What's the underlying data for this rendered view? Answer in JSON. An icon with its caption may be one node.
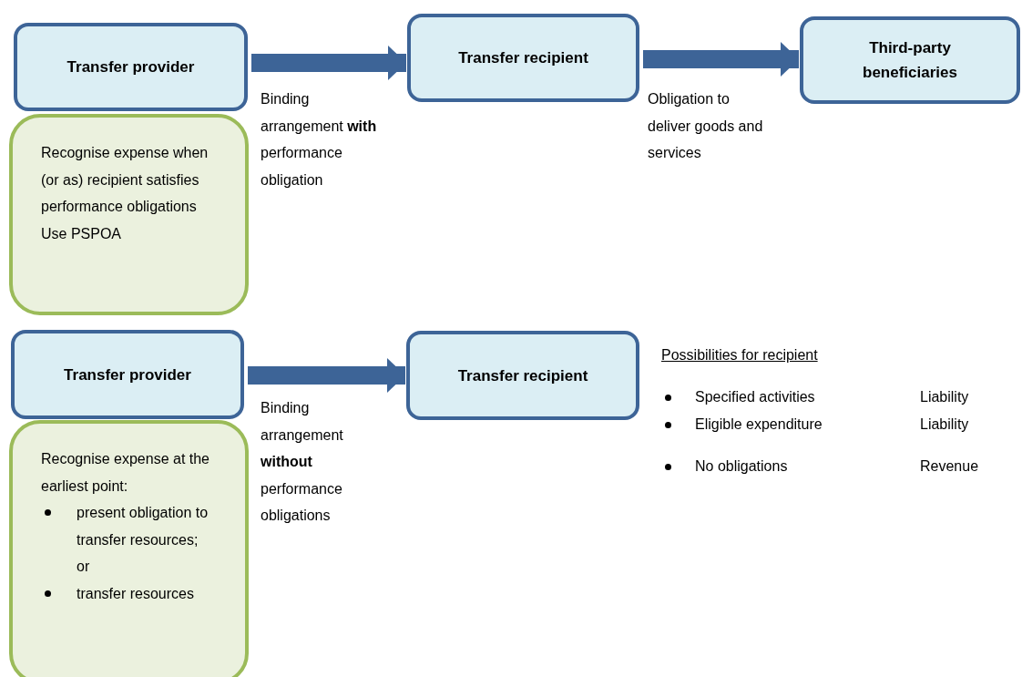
{
  "diagram": {
    "nodes": [
      {
        "text": [
          "Transfer provider"
        ]
      },
      {
        "text": [
          "Recognise expense when (or as) recipient satisfies performance obligations",
          "Use PSPOA"
        ]
      },
      {
        "text": [
          "Transfer recipient"
        ]
      },
      {
        "text": [
          "Third-party beneficiaries"
        ]
      },
      {
        "text": [
          "Transfer provider"
        ]
      },
      {
        "text": [
          "Recognise expense at the earliest point:",
          "present obligation to transfer resources; or",
          "transfer resources"
        ]
      },
      {
        "text": [
          "Transfer recipient"
        ]
      }
    ],
    "edges": [
      {
        "from": 0,
        "to": 2,
        "arrow": "to",
        "label": "Binding arrangement **with** performance obligation"
      },
      {
        "from": 2,
        "to": 3,
        "arrow": "to",
        "label": "Obligation to deliver goods and services"
      },
      {
        "from": 4,
        "to": 6,
        "arrow": "to",
        "label": "Binding arrangement **without** performance obligations"
      }
    ],
    "labels": [
      "Possibilities for recipient",
      "Specified activities",
      "Liability",
      "Eligible expenditure",
      "Liability",
      "No obligations",
      "Revenue"
    ]
  }
}
